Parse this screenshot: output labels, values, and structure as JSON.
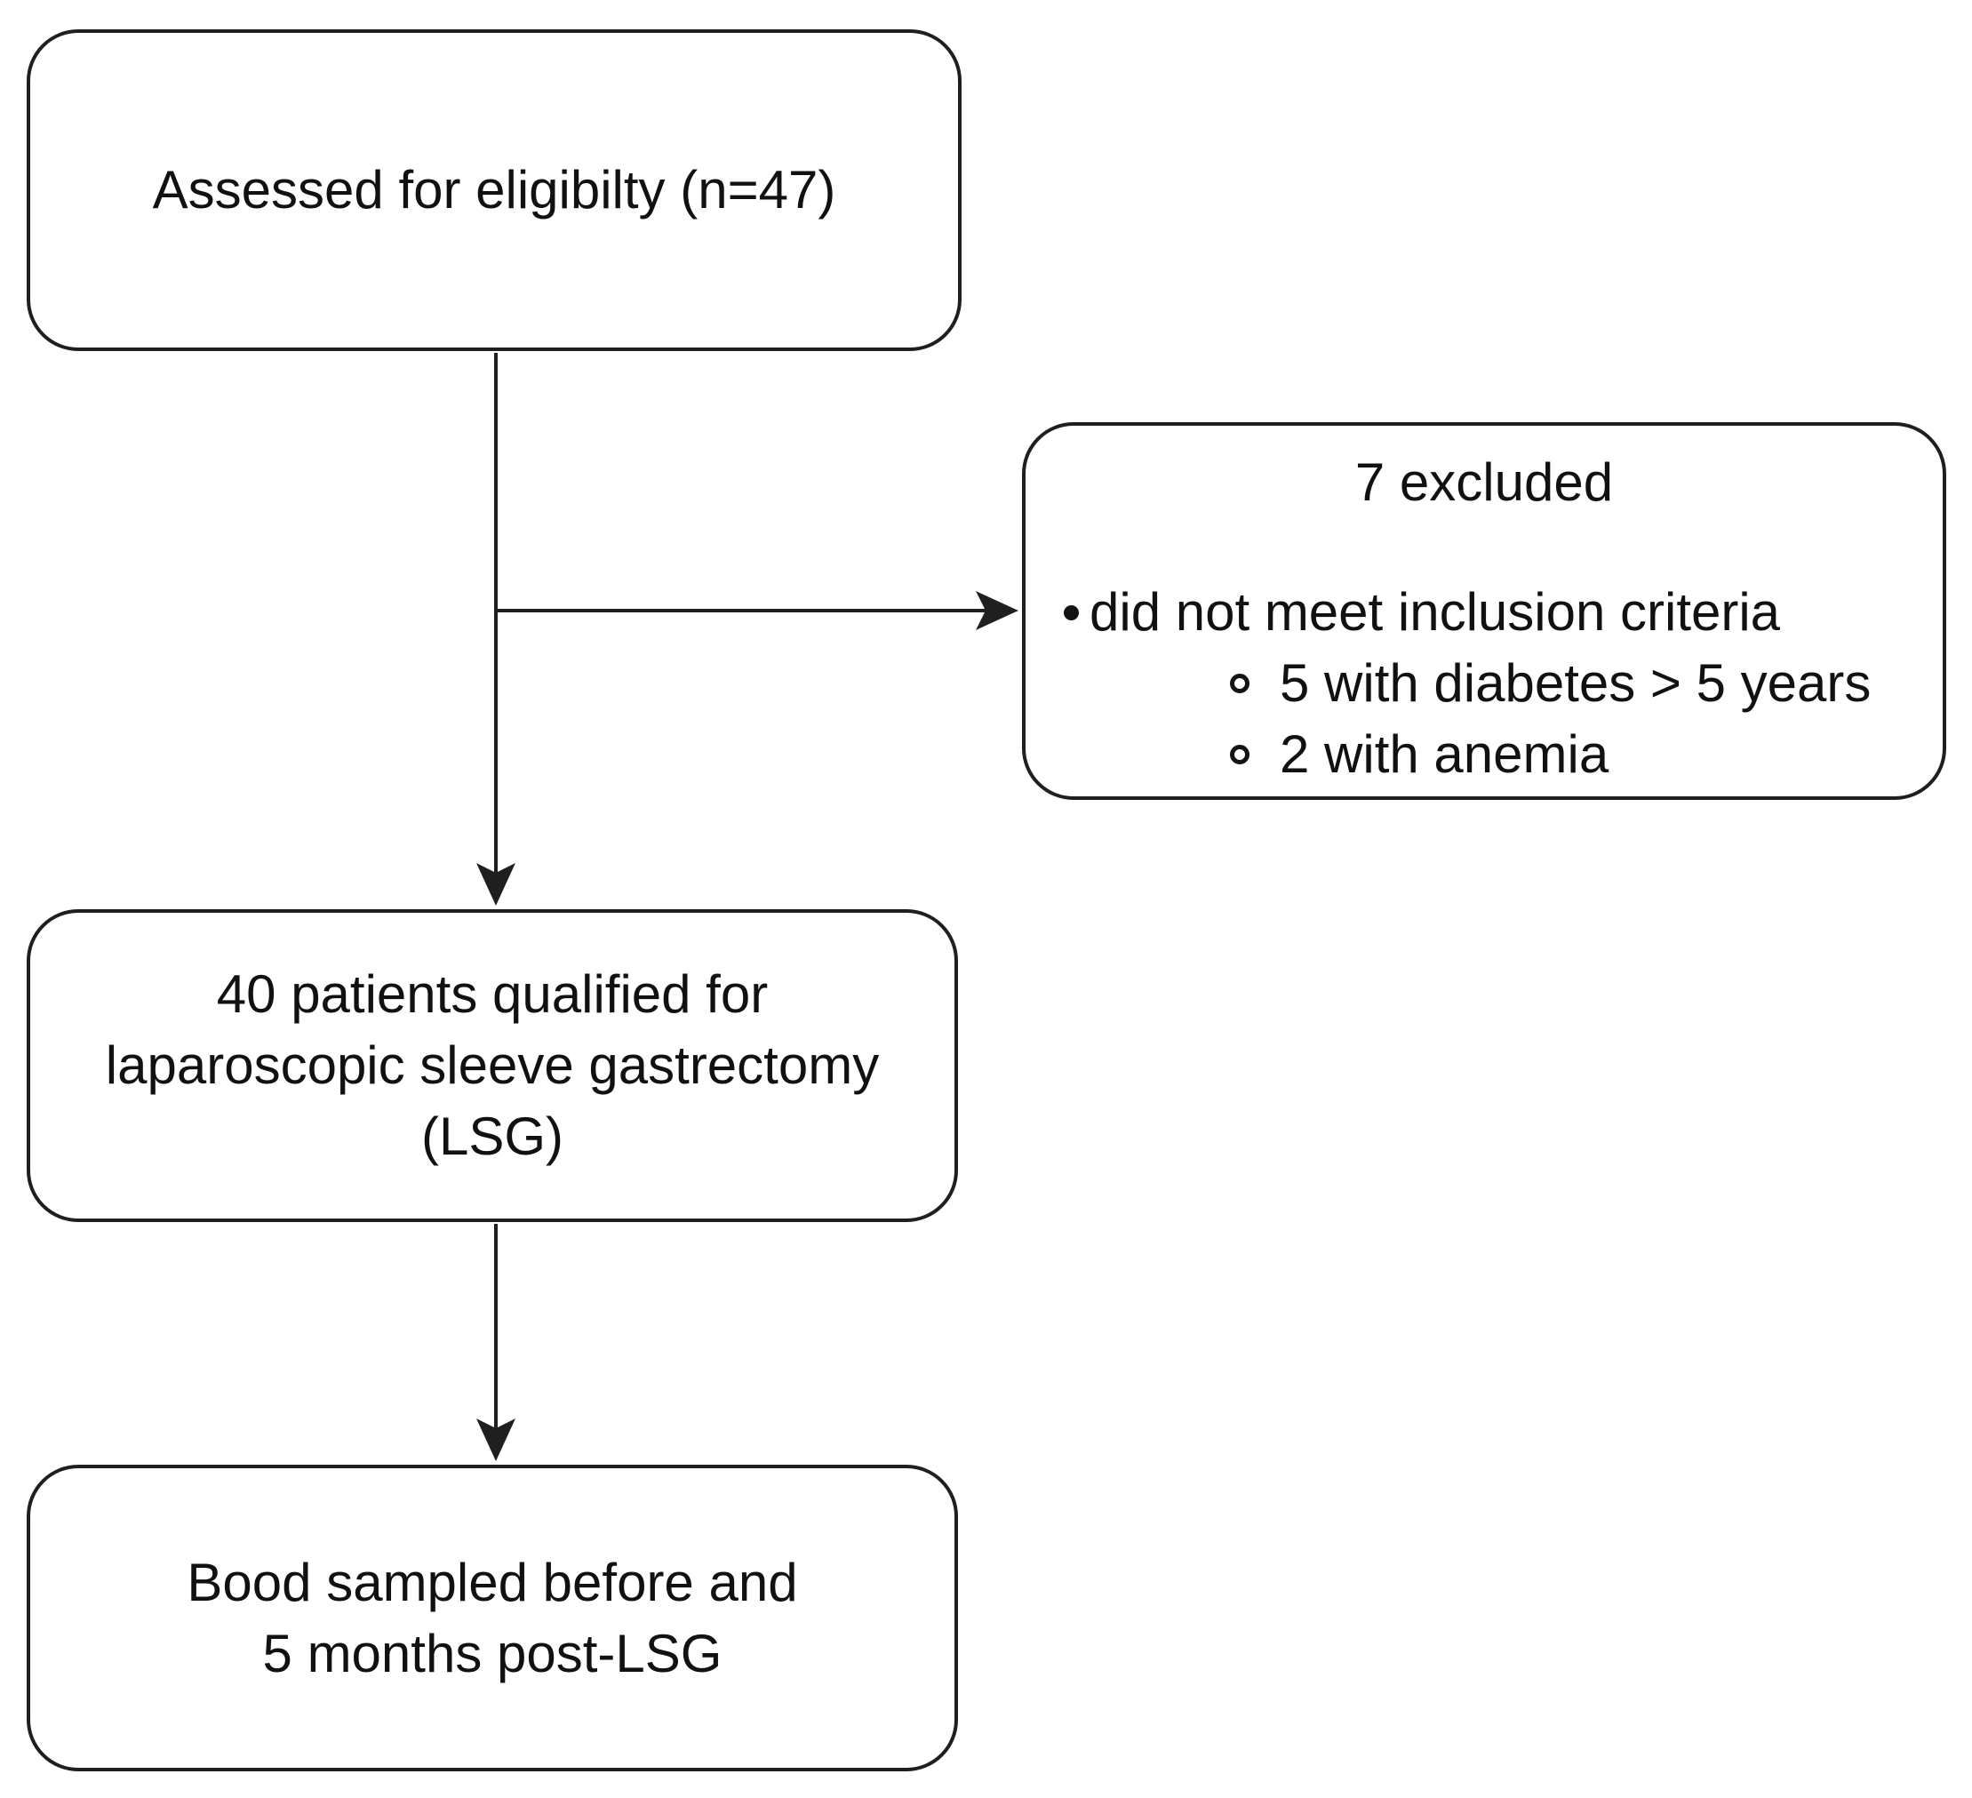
{
  "figure": {
    "type": "flowchart",
    "background_color": "#ffffff",
    "line_color": "#1f1f1f",
    "text_color": "#111111",
    "nodes": {
      "eligibility": {
        "text": "Assessed for eligibilty (n=47)"
      },
      "excluded": {
        "title": "7 excluded",
        "bullets": [
          {
            "text": "did not meet inclusion criteria",
            "children": [
              "5 with diabetes > 5 years",
              "2 with anemia"
            ]
          }
        ]
      },
      "qualified": {
        "lines": [
          "40 patients qualified for",
          "laparoscopic sleeve gastrectomy",
          "(LSG)"
        ]
      },
      "blood_sampling": {
        "lines": [
          "Bood sampled before and",
          "5 months post-LSG"
        ]
      }
    },
    "edges": [
      {
        "from": "eligibility",
        "to": "qualified",
        "style": "arrow-down"
      },
      {
        "from": "eligibility",
        "to": "excluded",
        "style": "arrow-right"
      },
      {
        "from": "qualified",
        "to": "blood_sampling",
        "style": "arrow-down"
      }
    ],
    "icons": {
      "level1_marker": "filled-dot",
      "level2_marker": "open-circle"
    }
  }
}
